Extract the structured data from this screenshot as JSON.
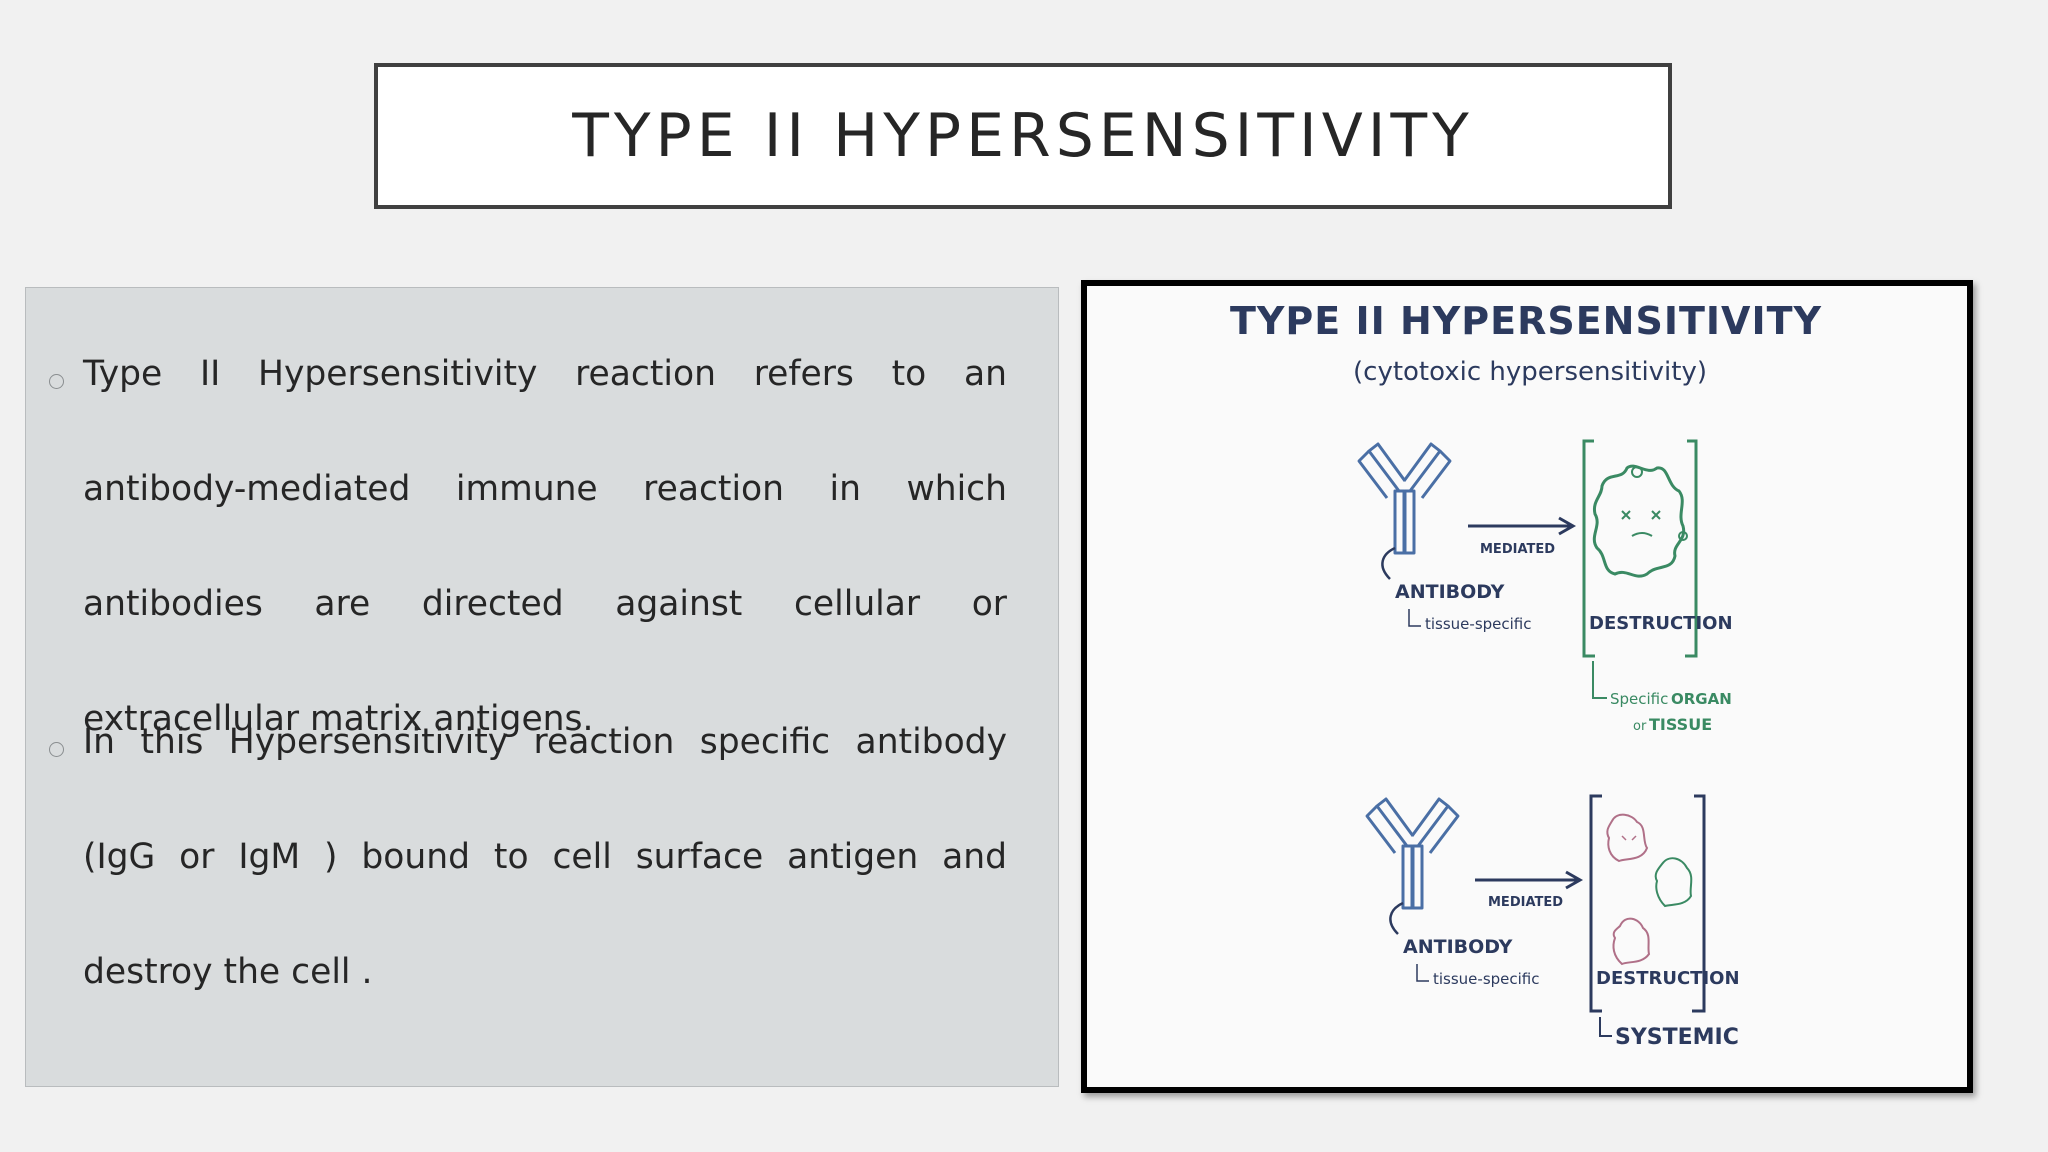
{
  "slide": {
    "title": "TYPE II HYPERSENSITIVITY"
  },
  "bullets": [
    {
      "text": "Type II Hypersensitivity reaction refers to an antibody-mediated immune reaction in which antibodies are directed against cellular or extracellular matrix antigens."
    },
    {
      "text": "In this Hypersensitivity reaction specific antibody (IgG or IgM ) bound to cell surface antigen and destroy the cell ."
    }
  ],
  "figure": {
    "title": "TYPE II HYPERSENSITIVITY",
    "subtitle": "(cytotoxic hypersensitivity)",
    "top_panel": {
      "antibody_label": "ANTIBODY",
      "antibody_sublabel": "tissue-specific",
      "arrow_label": "MEDIATED",
      "result_label": "DESTRUCTION",
      "bracket_label_line1_a": "Specific",
      "bracket_label_line1_b": "ORGAN",
      "bracket_label_line2_a": "or",
      "bracket_label_line2_b": "TISSUE"
    },
    "bottom_panel": {
      "antibody_label": "ANTIBODY",
      "antibody_sublabel": "tissue-specific",
      "arrow_label": "MEDIATED",
      "result_label": "DESTRUCTION",
      "bracket_label": "SYSTEMIC"
    },
    "colors": {
      "navy": "#2c3a5e",
      "antibody_blue": "#4a6fa5",
      "green": "#3a8a63",
      "pink": "#b07088"
    }
  }
}
